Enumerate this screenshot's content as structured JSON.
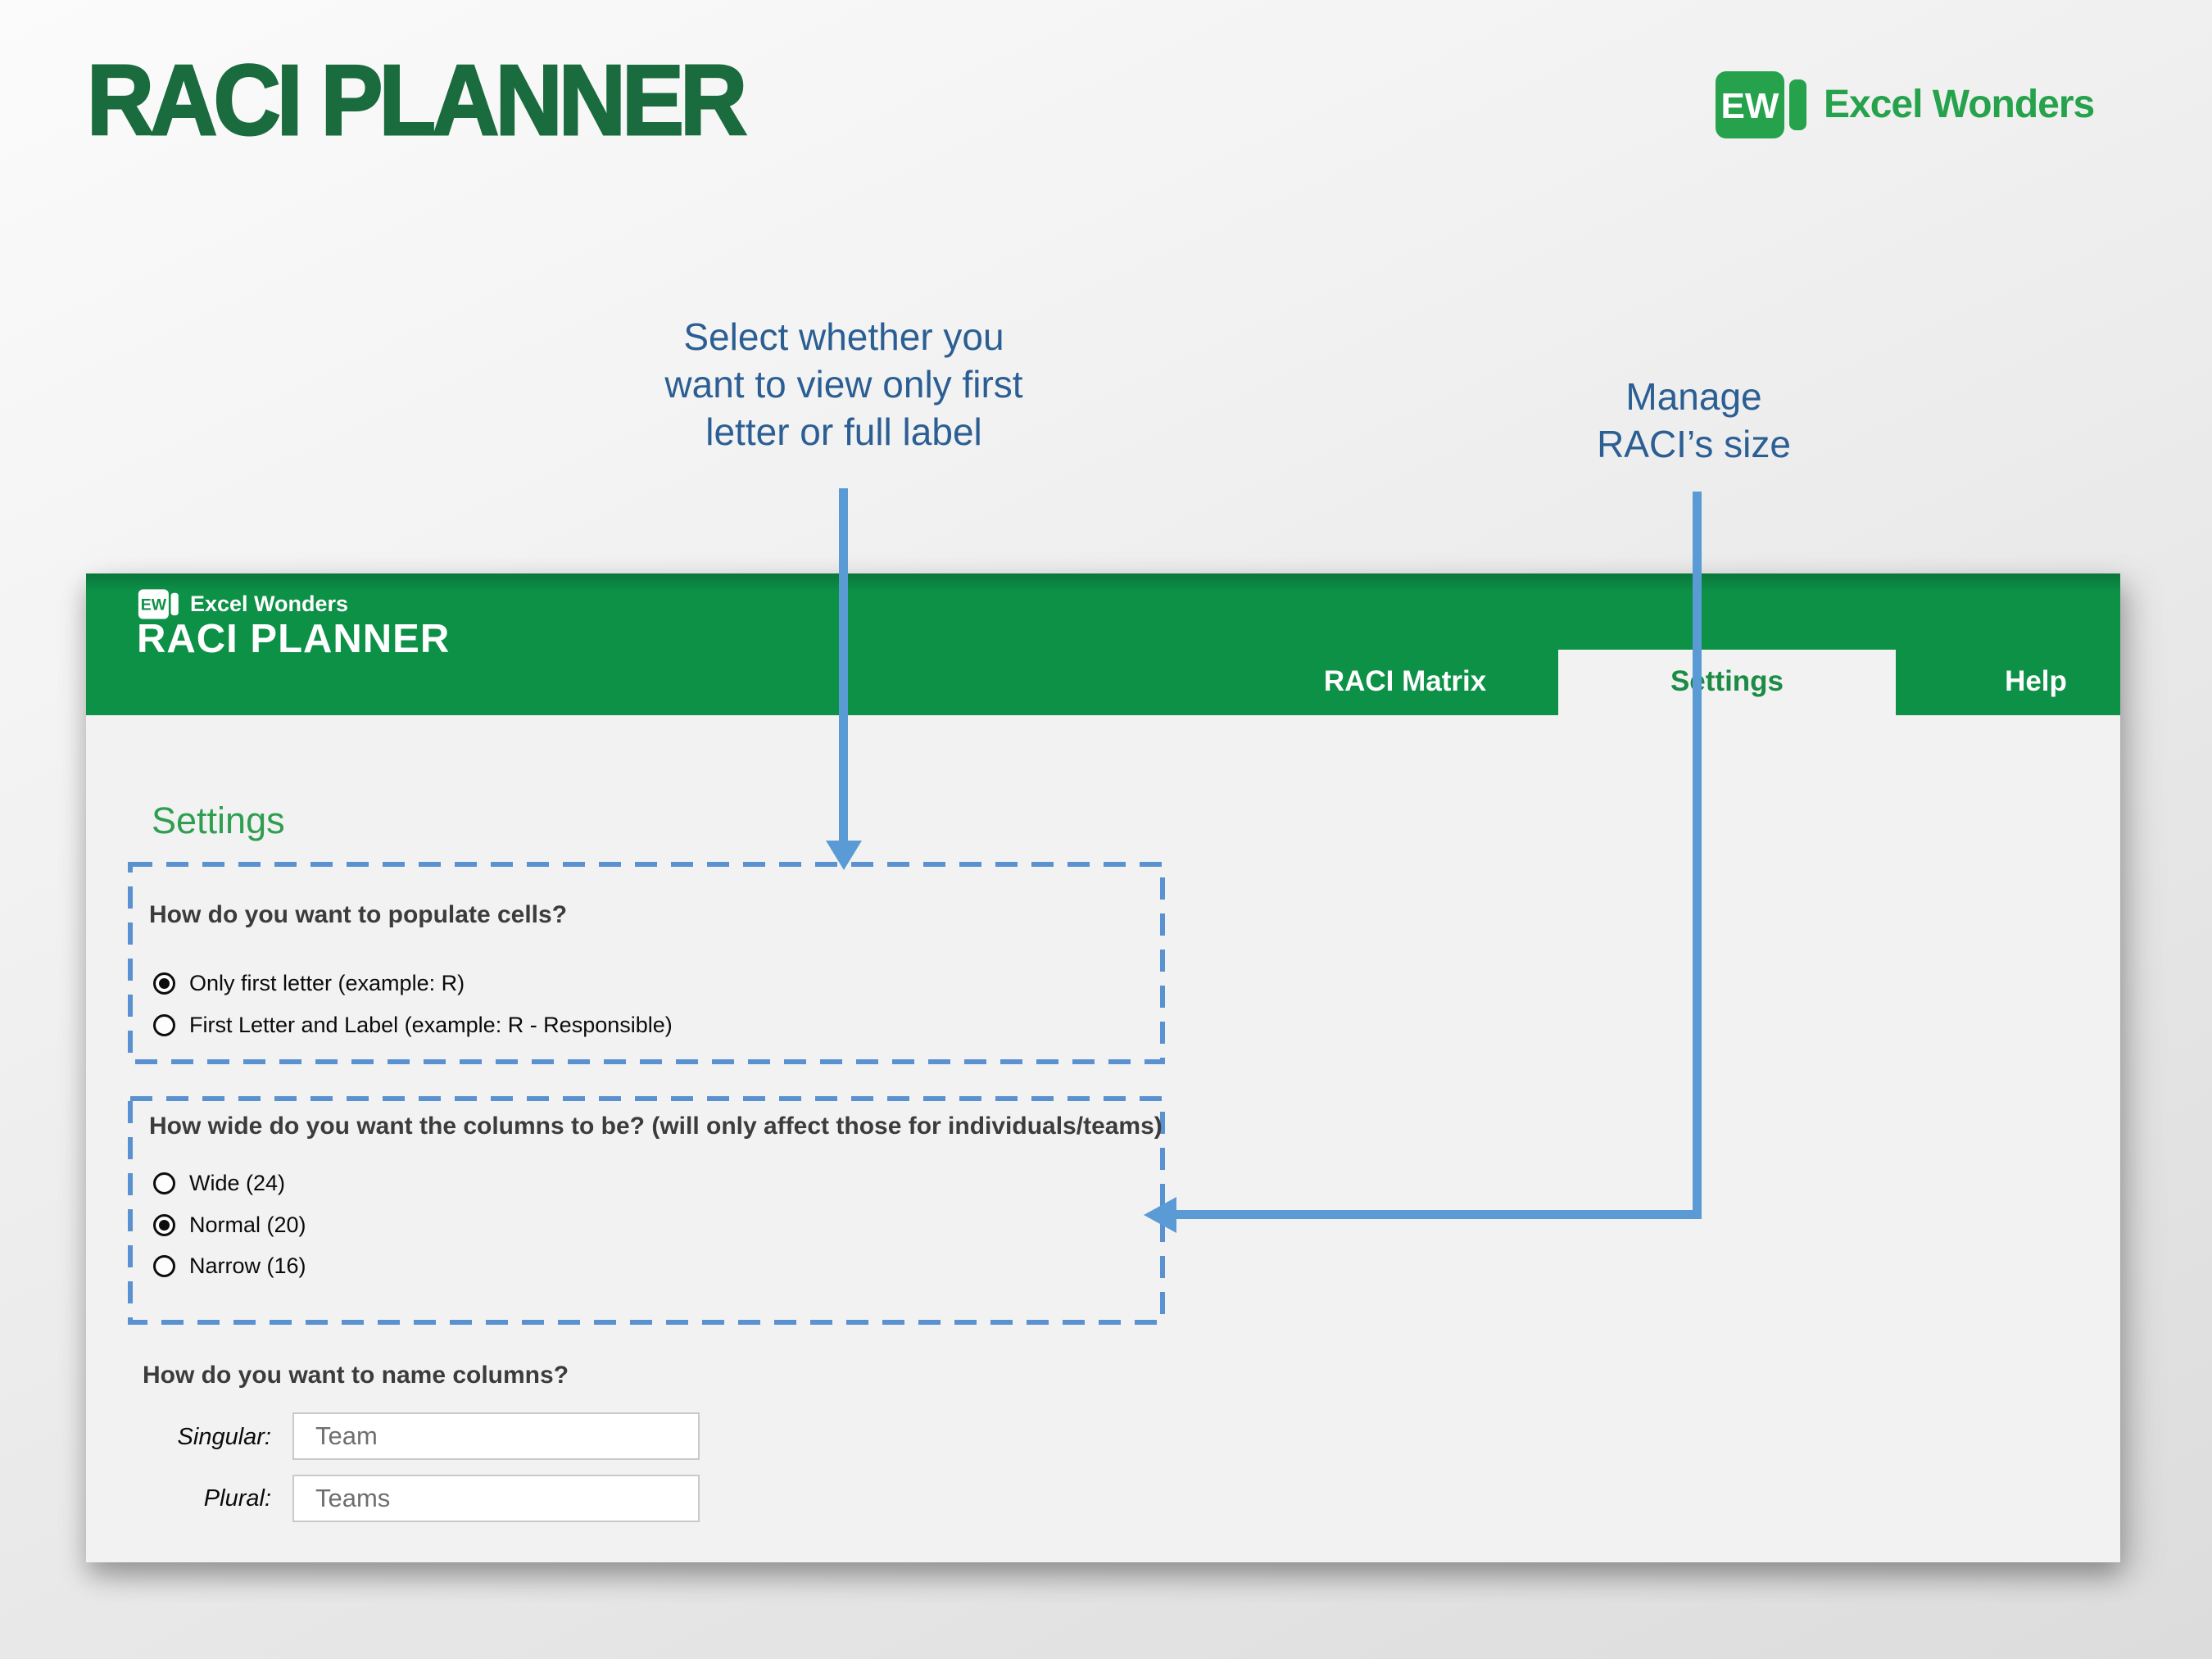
{
  "page": {
    "title": "RACI PLANNER",
    "brand": {
      "name": "Excel Wonders",
      "initials": "EW"
    }
  },
  "annotations": {
    "populate": {
      "lines": [
        "Select whether you",
        "want to view only first",
        "letter or full label"
      ]
    },
    "size": {
      "lines": [
        "Manage",
        "RACI’s size"
      ]
    }
  },
  "app": {
    "header": {
      "brand": "Excel Wonders",
      "title": "RACI PLANNER",
      "tabs": [
        {
          "label": "RACI Matrix",
          "active": false
        },
        {
          "label": "Settings",
          "active": true
        },
        {
          "label": "Help",
          "active": false
        }
      ]
    },
    "body": {
      "heading": "Settings",
      "sections": [
        {
          "question": "How do you want to populate cells?",
          "options": [
            {
              "label": "Only first letter (example: R)",
              "selected": true
            },
            {
              "label": "First Letter and Label (example: R - Responsible)",
              "selected": false
            }
          ]
        },
        {
          "question": "How wide do you want the columns to be? (will only affect those for individuals/teams)",
          "options": [
            {
              "label": "Wide (24)",
              "selected": false
            },
            {
              "label": "Normal (20)",
              "selected": true
            },
            {
              "label": "Narrow (16)",
              "selected": false
            }
          ]
        },
        {
          "question": "How do you want to name columns?",
          "fields": [
            {
              "label": "Singular:",
              "value": "Team"
            },
            {
              "label": "Plural:",
              "value": "Teams"
            }
          ]
        }
      ]
    }
  },
  "colors": {
    "brand_green": "#27a24c",
    "header_green": "#0c9147",
    "title_green": "#1a6b3d",
    "heading_green": "#2f9e4f",
    "accent_blue": "#5b9bd5",
    "callout_blue": "#2b5e93",
    "dashed_blue": "#5a91d1"
  }
}
